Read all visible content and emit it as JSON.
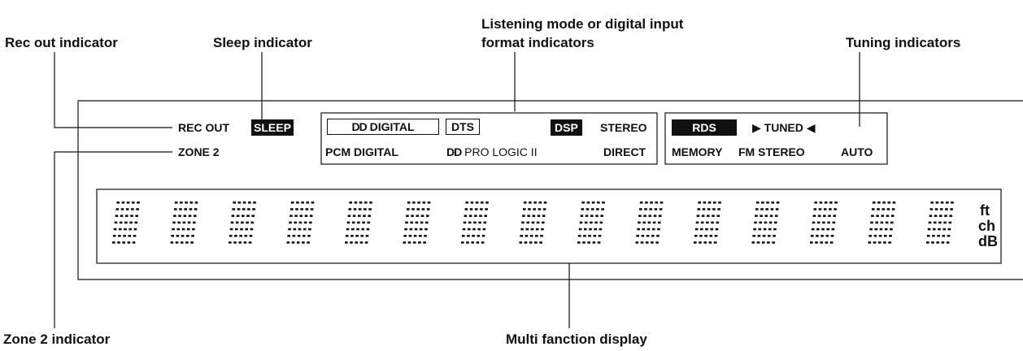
{
  "callouts": {
    "rec_out": "Rec out indicator",
    "sleep": "Sleep indicator",
    "listening_line1": "Listening mode or digital input",
    "listening_line2": "format indicators",
    "tuning": "Tuning indicators",
    "zone2": "Zone 2 indicator",
    "multi": "Multi fanction display"
  },
  "panel": {
    "rec_out": "REC OUT",
    "sleep": "SLEEP",
    "zone2": "ZONE 2",
    "format": {
      "dolby_digital_logo": "DD",
      "dolby_digital": "DIGITAL",
      "dts": "DTS",
      "dsp": "DSP",
      "stereo": "STEREO",
      "pcm_digital": "PCM DIGITAL",
      "pro_logic_logo": "DD",
      "pro_logic": "PRO LOGIC II",
      "direct": "DIRECT"
    },
    "tuning": {
      "rds": "RDS",
      "tuned": "▶ TUNED ◀",
      "memory": "MEMORY",
      "fm_stereo": "FM STEREO",
      "auto": "AUTO"
    },
    "units": {
      "ft": "ft",
      "ch": "ch",
      "db": "dB"
    },
    "digit_count": 15
  }
}
